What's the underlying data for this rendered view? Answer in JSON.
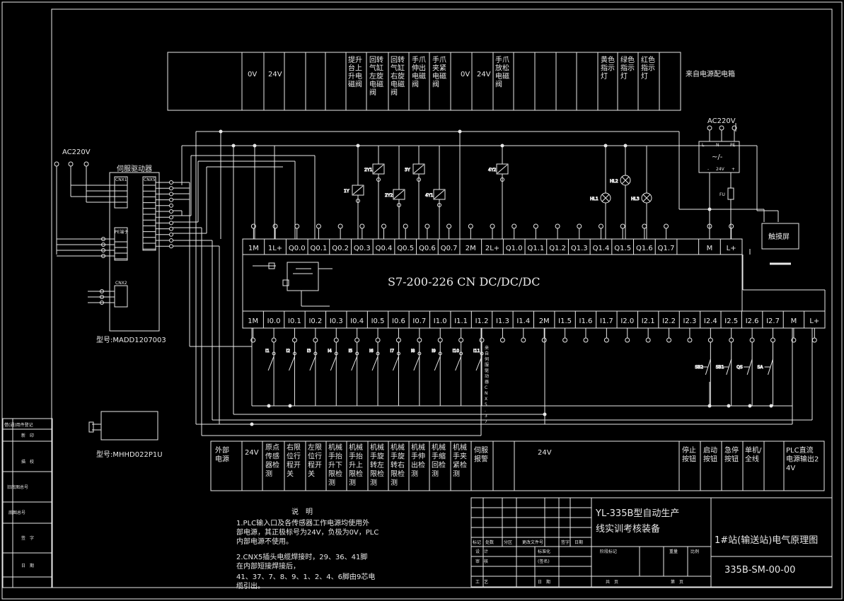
{
  "top_labels": [
    "0V",
    "24V",
    "提升台上升电磁阀",
    "回转气缸左旋电磁阀",
    "回转气缸右旋电磁阀",
    "手爪伸出电磁阀",
    "手爪夹紧电磁阀",
    "0V",
    "24V",
    "手爪放松电磁阀",
    "黄色指示灯",
    "绿色指示灯",
    "红色指示灯",
    "来自电源配电箱"
  ],
  "bottom_labels": [
    "外部电源",
    "24V",
    "原点传感器检测",
    "右限位行程开关",
    "左限位行程开关",
    "机械手抬升下限检测",
    "机械手抬升上限检测",
    "机械手旋转左限检测",
    "机械手旋转右限检测",
    "机械手伸出检测",
    "机械手缩回检测",
    "机械手夹紧检测",
    "伺服报警",
    "24V",
    "停止按钮",
    "启动按钮",
    "急停按钮",
    "单机/全线",
    "PLC直流电源输出24V"
  ],
  "plc_top_terminals": [
    "1M",
    "1L+",
    "Q0.0",
    "Q0.1",
    "Q0.2",
    "Q0.3",
    "Q0.4",
    "Q0.5",
    "Q0.6",
    "Q0.7",
    "2M",
    "2L+",
    "Q1.0",
    "Q1.1",
    "Q1.2",
    "Q1.3",
    "Q1.4",
    "Q1.5",
    "Q1.6",
    "Q1.7",
    "",
    "M",
    "L+"
  ],
  "plc_bottom_terminals": [
    "1M",
    "I0.0",
    "I0.1",
    "I0.2",
    "I0.3",
    "I0.4",
    "I0.5",
    "I0.6",
    "I0.7",
    "I1.0",
    "I1.1",
    "I1.2",
    "I1.3",
    "I1.4",
    "2M",
    "I1.5",
    "I1.6",
    "I1.7",
    "I2.0",
    "I2.1",
    "I2.2",
    "I2.3",
    "I2.4",
    "I2.5",
    "I2.6",
    "I2.7",
    "M",
    "L+"
  ],
  "plc_model": "S7-200-226 CN DC/DC/DC",
  "ac_left": "AC220V",
  "ac_right": "AC220V",
  "servo_title": "伺服驱动器",
  "servo_cnx1": "CNX1",
  "servo_cnx5": "CNX5",
  "servo_pe": "PE端子",
  "servo_cnx2": "CNX2",
  "servo_model": "型号:MADD1207003",
  "motor_model": "型号:MHHD022P1U",
  "touchscreen": "触摸屏",
  "fu": "FU",
  "ps_labels": [
    "L",
    "N",
    "PE",
    "~/-",
    "-",
    "24V",
    "+"
  ],
  "coil_labels": [
    "1Y",
    "2Y1",
    "2Y2",
    "3Y",
    "4Y1",
    "4Y2"
  ],
  "lamp_labels": [
    "HL1",
    "HL2",
    "HL3"
  ],
  "input_labels": [
    "I1",
    "I2",
    "I3",
    "I4",
    "I5",
    "I6",
    "I7",
    "I8",
    "I9",
    "I10",
    "I11"
  ],
  "button_labels": [
    "SB2",
    "SB1",
    "QS",
    "SA"
  ],
  "servo_from_text": "来自伺服驱动器CNX5.37",
  "notes_title": "说　明",
  "notes": [
    "1.PLC输入口及各传感器工作电源均使用外",
    "部电源，其正极标号为24V，负极为0V，PLC",
    "内部电源不使用。",
    "2.CNX5插头电缆焊接时，29、36、41脚",
    "在内部短接焊接后，",
    "41、37、7、8、9、1、2、4、6脚由9芯电",
    "缆引出。"
  ],
  "title_main_1": "YL-335B型自动生产",
  "title_main_2": "线实训考核装备",
  "title_drawing": "1#站(输送站)电气原理图",
  "drawing_no": "335B-SM-00-00",
  "left_strip_labels": [
    "借(通)用件登记",
    "新　印",
    "描　校",
    "旧底图总号",
    "底图总号",
    "签　字",
    "日　期"
  ],
  "tb_row_labels": [
    "标记",
    "处数",
    "分区",
    "更改文件号",
    "签字",
    "日期"
  ],
  "tb_small_labels": [
    "设　计",
    "标准化",
    "(签名)",
    "审　核",
    "工　艺",
    "日　期",
    "阶段标记",
    "重量",
    "比例",
    "共　页",
    "第　页"
  ]
}
